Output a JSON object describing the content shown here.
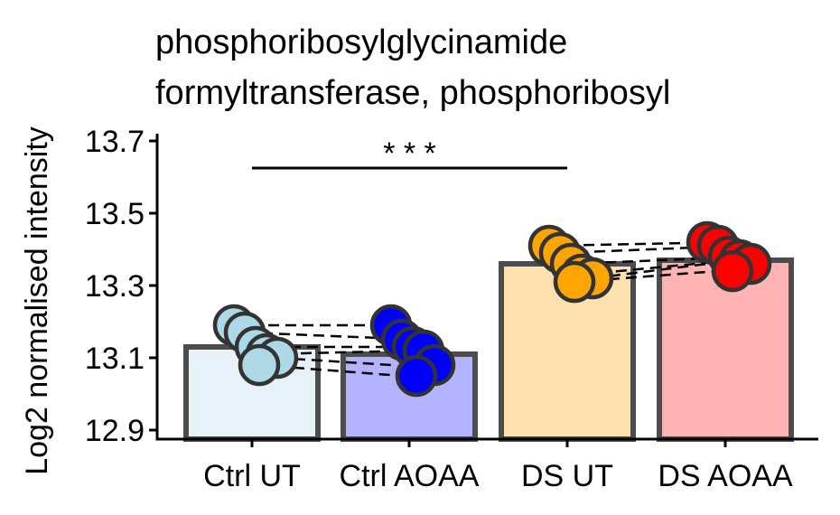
{
  "chart_data": {
    "type": "bar",
    "title_lines": [
      "phosphoribosylglycinamide",
      "formyltransferase, phosphoribosyl"
    ],
    "xlabel": "",
    "ylabel": "Log2 normalised intensity",
    "categories": [
      "Ctrl UT",
      "Ctrl AOAA",
      "DS UT",
      "DS AOAA"
    ],
    "values": [
      13.13,
      13.11,
      13.36,
      13.37
    ],
    "ylim": [
      12.875,
      13.72
    ],
    "yticks": [
      12.9,
      13.1,
      13.3,
      13.5,
      13.7
    ],
    "ytick_labels": [
      "12.9",
      "13.1",
      "13.3",
      "13.5",
      "13.7"
    ],
    "bar_fill_colors": [
      "#e6f2f8",
      "#b3b3ff",
      "#fde2b0",
      "#ffb3b3"
    ],
    "point_colors": [
      "#add8e6",
      "#0000ff",
      "#ffa500",
      "#ff0000"
    ],
    "points": [
      [
        13.19,
        13.17,
        13.13,
        13.11,
        13.1,
        13.08
      ],
      [
        13.19,
        13.15,
        13.13,
        13.12,
        13.08,
        13.05
      ],
      [
        13.41,
        13.39,
        13.36,
        13.33,
        13.32,
        13.31
      ],
      [
        13.42,
        13.41,
        13.38,
        13.37,
        13.36,
        13.34
      ]
    ],
    "significance": {
      "label": "* * *",
      "from": "Ctrl UT",
      "to": "DS UT",
      "y": 13.625
    },
    "grid": false,
    "legend": "none"
  }
}
